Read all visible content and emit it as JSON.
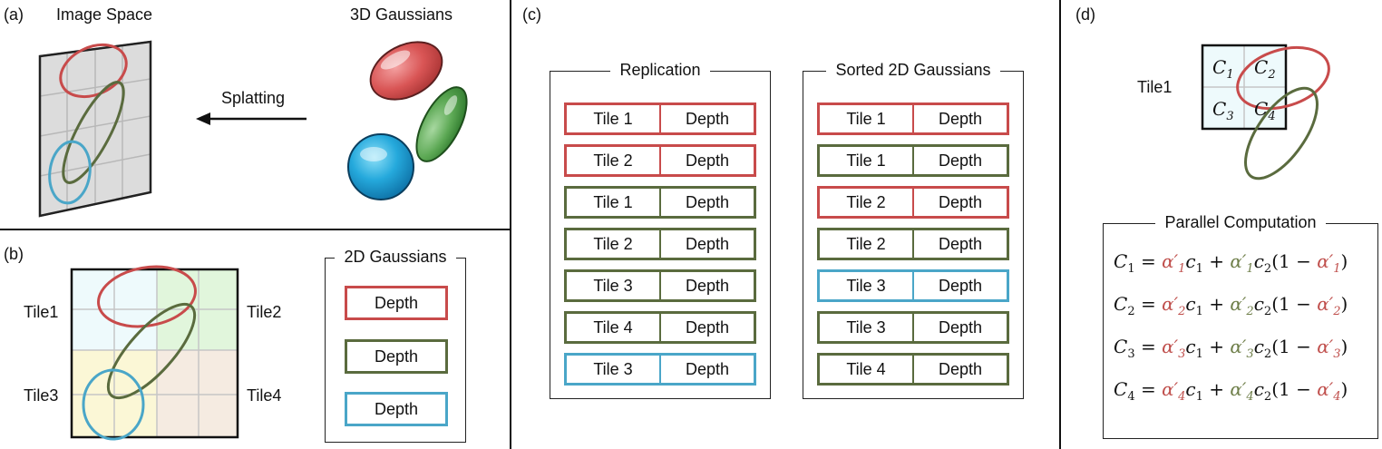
{
  "panels": {
    "a": {
      "tag": "(a)",
      "image_space_label": "Image Space",
      "gaussians_label": "3D Gaussians",
      "splatting_label": "Splatting"
    },
    "b": {
      "tag": "(b)",
      "tiles": [
        "Tile1",
        "Tile2",
        "Tile3",
        "Tile4"
      ],
      "legend_title": "2D Gaussians",
      "legend_items": [
        {
          "text": "Depth",
          "color": "#c84b4b"
        },
        {
          "text": "Depth",
          "color": "#5a6b3e"
        },
        {
          "text": "Depth",
          "color": "#4aa6c8"
        }
      ]
    },
    "c": {
      "tag": "(c)",
      "replication": {
        "title": "Replication",
        "rows": [
          {
            "tile": "Tile 1",
            "value": "Depth",
            "color": "red"
          },
          {
            "tile": "Tile 2",
            "value": "Depth",
            "color": "red"
          },
          {
            "tile": "Tile 1",
            "value": "Depth",
            "color": "green"
          },
          {
            "tile": "Tile 2",
            "value": "Depth",
            "color": "green"
          },
          {
            "tile": "Tile 3",
            "value": "Depth",
            "color": "green"
          },
          {
            "tile": "Tile 4",
            "value": "Depth",
            "color": "green"
          },
          {
            "tile": "Tile 3",
            "value": "Depth",
            "color": "blue"
          }
        ]
      },
      "sorted": {
        "title": "Sorted 2D Gaussians",
        "rows": [
          {
            "tile": "Tile 1",
            "value": "Depth",
            "color": "red"
          },
          {
            "tile": "Tile 1",
            "value": "Depth",
            "color": "green"
          },
          {
            "tile": "Tile 2",
            "value": "Depth",
            "color": "red"
          },
          {
            "tile": "Tile 2",
            "value": "Depth",
            "color": "green"
          },
          {
            "tile": "Tile 3",
            "value": "Depth",
            "color": "blue"
          },
          {
            "tile": "Tile 3",
            "value": "Depth",
            "color": "green"
          },
          {
            "tile": "Tile 4",
            "value": "Depth",
            "color": "green"
          }
        ]
      }
    },
    "d": {
      "tag": "(d)",
      "tile_label": "Tile1",
      "cells": [
        "C1",
        "C2",
        "C3",
        "C4"
      ],
      "computation_title": "Parallel Computation",
      "equations": [
        "C1",
        "C2",
        "C3",
        "C4"
      ]
    }
  },
  "colors": {
    "red": "#c84b4b",
    "green": "#5a6b3e",
    "blue": "#4aa6c8"
  }
}
